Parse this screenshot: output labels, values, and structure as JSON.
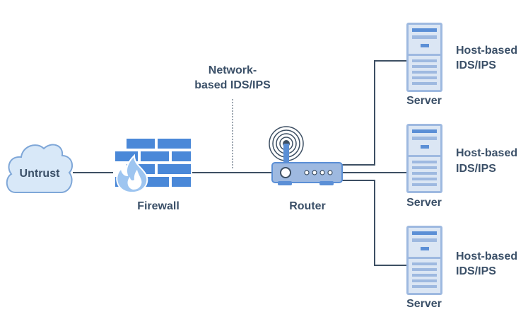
{
  "diagram": {
    "cloud_label": "Untrust",
    "firewall_label": "Firewall",
    "router_label": "Router",
    "network_ids_label": [
      "Network-",
      "based IDS/IPS"
    ],
    "servers": [
      {
        "label": "Server",
        "ids_label": [
          "Host-based",
          "IDS/IPS"
        ]
      },
      {
        "label": "Server",
        "ids_label": [
          "Host-based",
          "IDS/IPS"
        ]
      },
      {
        "label": "Server",
        "ids_label": [
          "Host-based",
          "IDS/IPS"
        ]
      }
    ]
  },
  "colors": {
    "line": "#3d4f63",
    "text": "#3b5068",
    "cloud_fill": "#d8e8f8",
    "cloud_stroke": "#7fa7d8",
    "brick": "#4a88d8",
    "flame_outer": "#9ec5f0",
    "flame_inner": "#ffffff",
    "device_light": "#dbe6f4",
    "device_mid": "#9eb9e0",
    "device_dark": "#5b8fd6"
  }
}
